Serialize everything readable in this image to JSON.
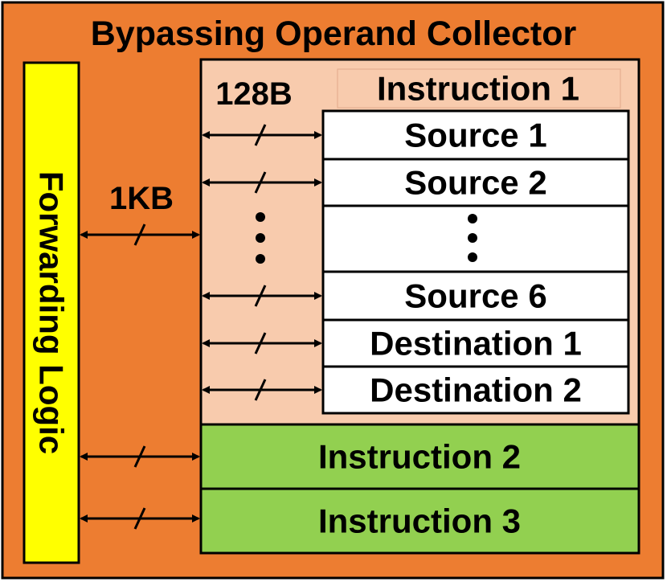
{
  "title": "Bypassing Operand Collector",
  "forwarding_logic": "Forwarding Logic",
  "bus_widths": {
    "wide": "1KB",
    "narrow": "128B"
  },
  "instruction_1": {
    "title": "Instruction 1",
    "rows": [
      "Source 1",
      "Source 2",
      "Source 6",
      "Destination 1",
      "Destination 2"
    ]
  },
  "instruction_2": "Instruction 2",
  "instruction_3": "Instruction 3",
  "colors": {
    "outer_box": "#ed7d31",
    "forwarding_logic": "#ffff00",
    "instruction_1_box": "#f8cbad",
    "operand_cell": "#ffffff",
    "instruction_green": "#92d050",
    "border": "#000000"
  }
}
